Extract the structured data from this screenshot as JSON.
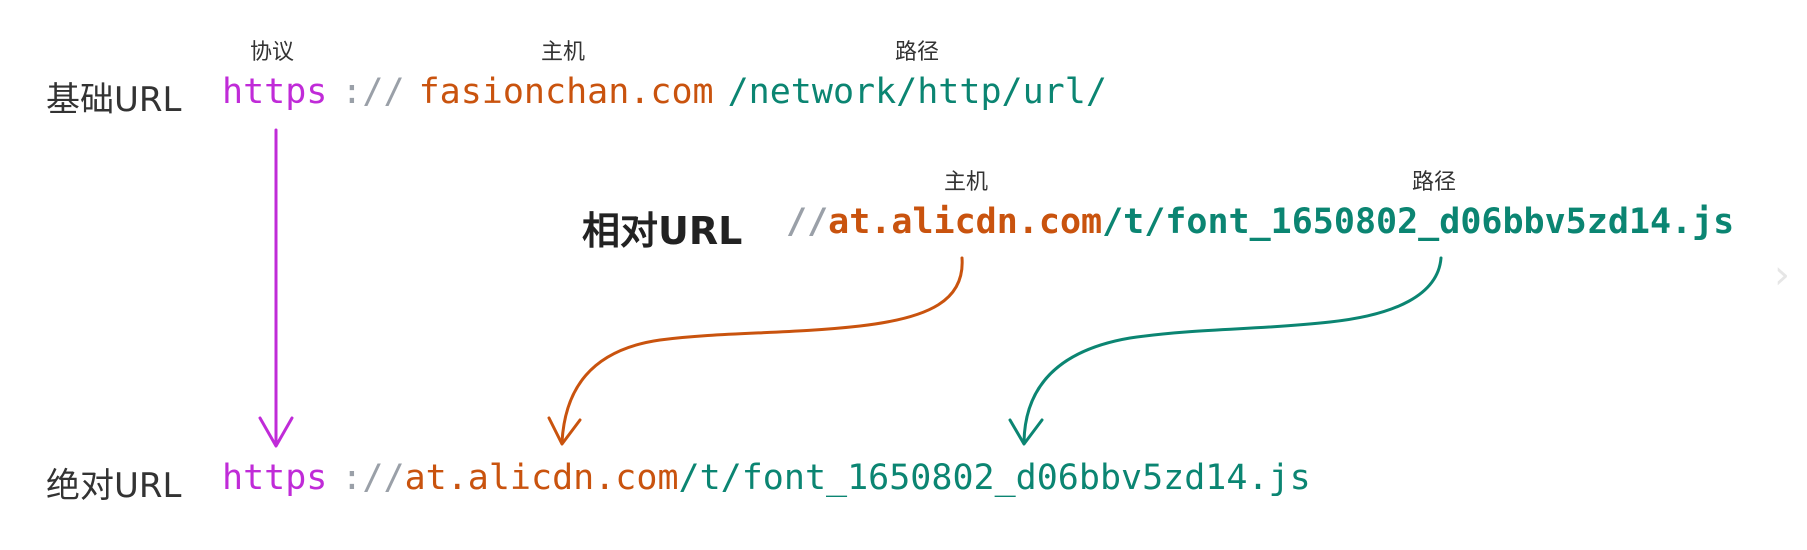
{
  "colors": {
    "protocol": "#c02bd8",
    "separator": "#9aa0a8",
    "host": "#c9530e",
    "path": "#0b8572",
    "label": "#333333"
  },
  "base": {
    "row_label": "基础URL",
    "labels": {
      "protocol": "协议",
      "host": "主机",
      "path": "路径"
    },
    "protocol": "https",
    "separator": "://",
    "host": "fasionchan.com",
    "path": "/network/http/url/"
  },
  "relative": {
    "row_label": "相对URL",
    "labels": {
      "host": "主机",
      "path": "路径"
    },
    "separator": "//",
    "host": "at.alicdn.com",
    "path": "/t/font_1650802_d06bbv5zd14.js"
  },
  "absolute": {
    "row_label": "绝对URL",
    "protocol": "https",
    "separator": "://",
    "host": "at.alicdn.com",
    "path": "/t/font_1650802_d06bbv5zd14.js"
  },
  "icons": {
    "next": "chevron-right-icon"
  }
}
